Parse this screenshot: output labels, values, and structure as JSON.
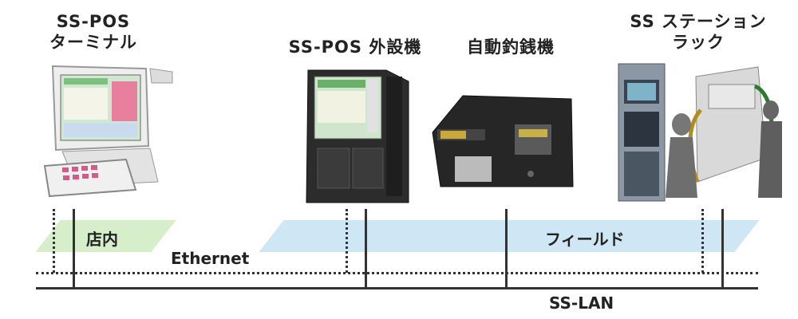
{
  "devices": {
    "terminal": {
      "line1": "SS-POS",
      "line2": "ターミナル"
    },
    "external": {
      "label": "SS-POS 外設機"
    },
    "changer": {
      "label": "自動釣銭機"
    },
    "station": {
      "line1": "SS ステーション",
      "line2": "ラック"
    }
  },
  "zones": {
    "store": "店内",
    "field": "フィールド"
  },
  "networks": {
    "ethernet": "Ethernet",
    "sslan": "SS-LAN"
  }
}
